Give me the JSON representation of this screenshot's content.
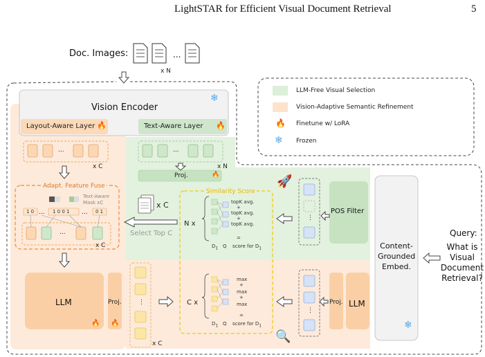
{
  "header": {
    "title": "LightSTAR for Efficient Visual Document Retrieval",
    "page": "5"
  },
  "input": {
    "label": "Doc. Images:",
    "ellipsis": "...",
    "multiplier": "x N"
  },
  "encoder": {
    "title": "Vision Encoder",
    "layout_layer": "Layout-Aware Layer",
    "text_layer": "Text-Aware Layer"
  },
  "legend": {
    "items": [
      {
        "label": "LLM-Free Visual Selection",
        "color": "#dcefd9"
      },
      {
        "label": "Vision-Adaptive Semantic Refinement",
        "color": "#fde3cc"
      },
      {
        "label": "Finetune w/ LoRA",
        "icon": "flame-icon"
      },
      {
        "label": "Frozen",
        "icon": "snowflake-icon"
      }
    ]
  },
  "left": {
    "tokens_mult": "x C",
    "fuse_title": "Adapt. Feature Fuse",
    "mask_label_1": "Text-Aware",
    "mask_label_2": "Mask xC",
    "mask_bits_a": "1 0",
    "mask_bits_b": "1 0 0 1",
    "mask_bits_c": "0 1",
    "fused_mult": "x C",
    "llm": "LLM",
    "proj": "Proj."
  },
  "middle": {
    "text_tokens_mult": "x N",
    "proj": "Proj.",
    "similarity": "Similarity Score",
    "n_times": "N x",
    "c_times": "C x",
    "topk": [
      "topK avg.",
      "topK avg.",
      "topK avg."
    ],
    "max": [
      "max",
      "max",
      "max"
    ],
    "plus": "+",
    "equals": "=",
    "score": "score for D",
    "d_label": "D",
    "q_label": "Q",
    "subscript": "1",
    "select_count": "x C",
    "select_label": "Select Top C",
    "dots": "...",
    "vdots": "⋮",
    "refine_mult": "x C"
  },
  "right": {
    "pos_filter": "POS Filter",
    "embed": "Content-\nGrounded\nEmbed.",
    "proj": "Proj.",
    "llm": "LLM",
    "query_title": "Query:",
    "query_text": "What is\nVisual\nDocument\nRetrieval?"
  },
  "colors": {
    "green_region": "#e3f1df",
    "orange_region": "#fdeadb",
    "token_orange": "#fcd7b4",
    "token_green": "#cfe7cb",
    "token_blue": "#d6e2f5",
    "token_yellow": "#fbe6a6",
    "similarity": "#f2cf2a"
  }
}
